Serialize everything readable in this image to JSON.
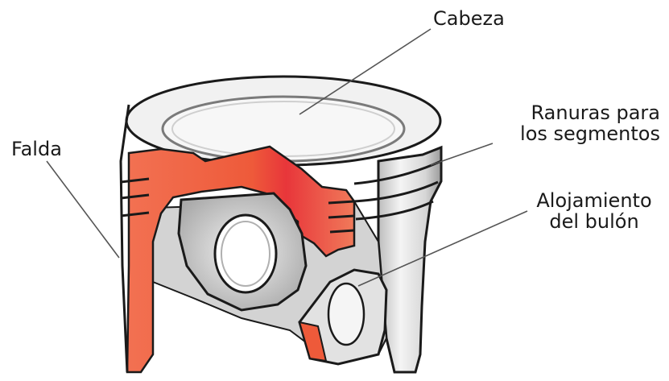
{
  "labels": {
    "cabeza": "Cabeza",
    "ranuras_line1": "Ranuras para",
    "ranuras_line2": "los segmentos",
    "falda": "Falda",
    "alojamiento_line1": "Alojamiento",
    "alojamiento_line2": "del bulón"
  },
  "colors": {
    "cut_section": "#ee5a3a",
    "metal_light": "#e9e9e9",
    "metal_mid": "#c8c8c8",
    "metal_dark": "#8a8a8a",
    "outline": "#1a1a1a"
  }
}
